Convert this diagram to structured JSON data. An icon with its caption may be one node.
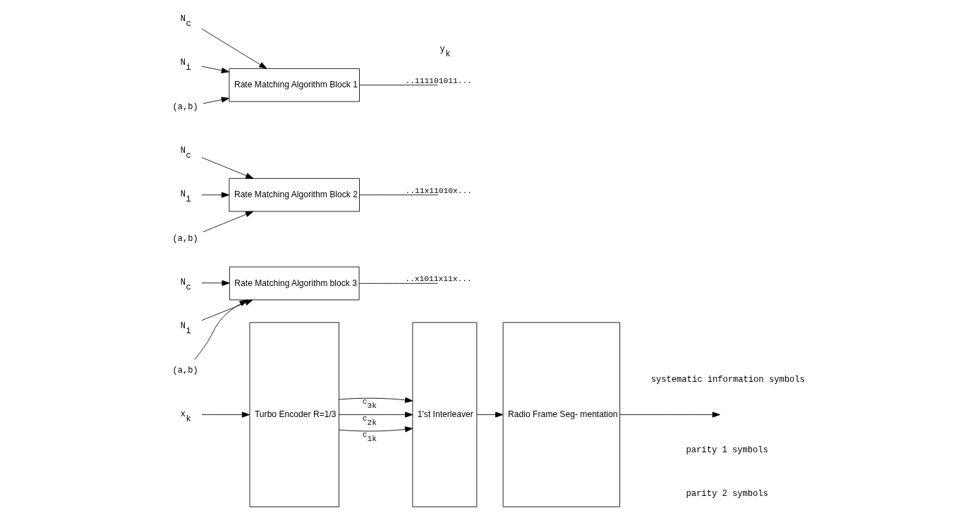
{
  "diagram": {
    "nodes": [
      {
        "text": [
          "Turbo Encoder R=1/3"
        ]
      },
      {
        "text": [
          "1'st Interleaver"
        ]
      },
      {
        "text": [
          "Radio Frame Seg- mentation"
        ]
      },
      {
        "text": [
          "Rate Matching Algorithm Block 1"
        ]
      },
      {
        "text": [
          "Rate Matching Algorithm Block 2"
        ]
      },
      {
        "text": [
          "Rate Matching Algorithm block 3"
        ]
      },
      {
        "text": [
          "x$_{k}$"
        ]
      },
      {
        "text": [
          "N$_{c}$"
        ]
      },
      {
        "text": [
          "N$_{i}$"
        ]
      },
      {
        "text": [
          "(a,b)"
        ]
      },
      {
        "text": [
          "N$_{c}$"
        ]
      },
      {
        "text": [
          "N$_{i}$"
        ]
      },
      {
        "text": [
          "(a,b)"
        ]
      },
      {
        "text": [
          "N$_{c}$"
        ]
      },
      {
        "text": [
          "N$_{i}$"
        ]
      },
      {
        "text": [
          "(a,b)"
        ]
      }
    ],
    "edges": [
      {
        "from": 6,
        "to": 0,
        "arrow": "to"
      },
      {
        "from": 0,
        "to": 1,
        "arrow": "to",
        "label": "c$_{1k}$"
      },
      {
        "from": 0,
        "to": 1,
        "arrow": "to",
        "label": "c$_{2k}$"
      },
      {
        "from": 0,
        "to": 1,
        "arrow": "to",
        "label": "c$_{3k}$"
      },
      {
        "from": 1,
        "to": 2,
        "arrow": "to"
      },
      {
        "from": 2,
        "to": null,
        "arrow": "to"
      },
      {
        "from": 3,
        "to": null,
        "arrow": "none",
        "label": "..111101011..."
      },
      {
        "from": 4,
        "to": null,
        "arrow": "none",
        "label": "..11x11010x..."
      },
      {
        "from": 5,
        "to": null,
        "arrow": "none",
        "label": "..x1011x11x..."
      },
      {
        "from": 7,
        "to": 3,
        "arrow": "to"
      },
      {
        "from": 8,
        "to": 3,
        "arrow": "to"
      },
      {
        "from": 9,
        "to": 3,
        "arrow": "to"
      },
      {
        "from": 10,
        "to": 4,
        "arrow": "to"
      },
      {
        "from": 11,
        "to": 4,
        "arrow": "to"
      },
      {
        "from": 12,
        "to": 4,
        "arrow": "to"
      },
      {
        "from": 13,
        "to": 5,
        "arrow": "to"
      },
      {
        "from": 14,
        "to": 5,
        "arrow": "to"
      },
      {
        "from": 15,
        "to": 5,
        "arrow": "to"
      }
    ],
    "labels": [
      "systematic information symbols",
      "parity 1 symbols",
      "parity 2 symbols",
      "y$_{k}$"
    ]
  }
}
